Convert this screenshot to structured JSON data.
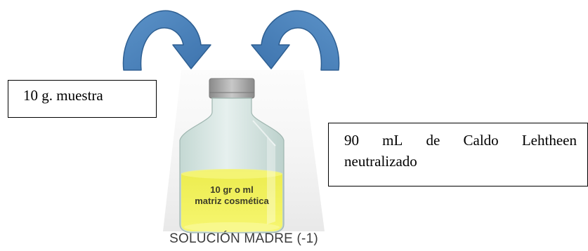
{
  "left_label": {
    "text": "10 g. muestra"
  },
  "right_label": {
    "line1_words": [
      "90",
      "mL",
      "de",
      "Caldo",
      "Lehtheen"
    ],
    "line2": "neutralizado"
  },
  "bottle": {
    "content_line1": "10 gr o ml",
    "content_line2": "matriz cosmética"
  },
  "caption": "SOLUCIÓN MADRE (-1)",
  "colors": {
    "arrow": "#4a7fb6",
    "arrow_edge": "#2e5f92",
    "liquid": "#f0f05a",
    "cap": "#9a9a9a",
    "glass": "#cfe0dc"
  }
}
